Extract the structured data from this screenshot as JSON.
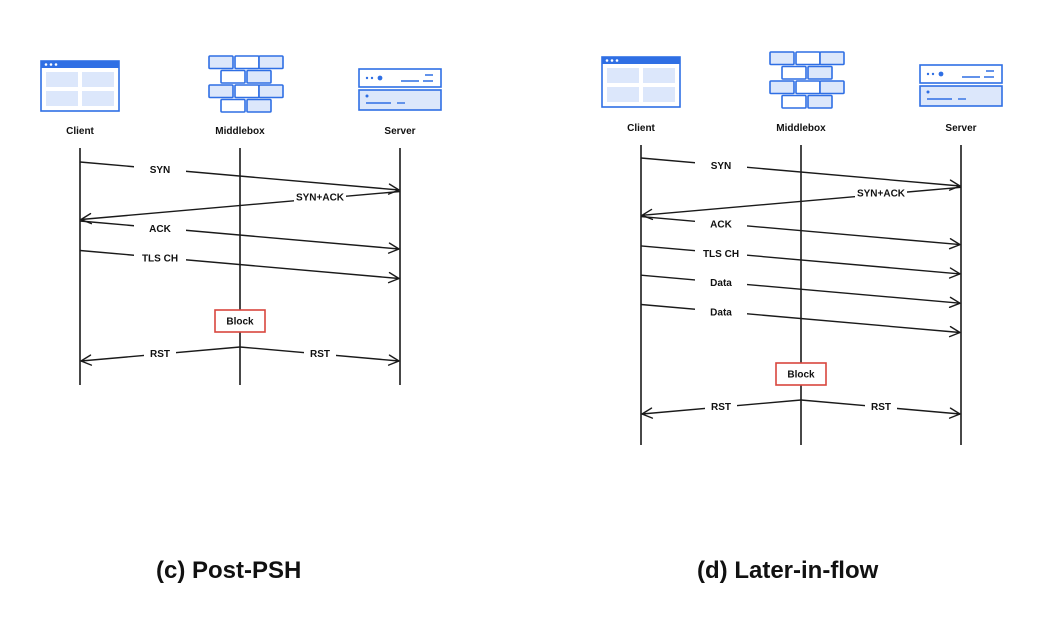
{
  "colors": {
    "line": "#1a1a1a",
    "icon_stroke": "#2f6fe4",
    "icon_fill": "#dce7fb",
    "block": "#d9463e"
  },
  "diagrams": [
    {
      "caption": "(c) Post-PSH",
      "actors": [
        {
          "label": "Client",
          "icon": "browser-window-icon"
        },
        {
          "label": "Middlebox",
          "icon": "brick-wall-icon"
        },
        {
          "label": "Server",
          "icon": "server-rack-icon"
        }
      ],
      "messages": [
        {
          "label": "SYN",
          "from": "client",
          "to": "server"
        },
        {
          "label": "SYN+ACK",
          "from": "server",
          "to": "client"
        },
        {
          "label": "ACK",
          "from": "client",
          "to": "server"
        },
        {
          "label": "TLS CH",
          "from": "client",
          "to": "server"
        }
      ],
      "block_label": "Block",
      "resets": [
        {
          "label": "RST",
          "to": "client"
        },
        {
          "label": "RST",
          "to": "server"
        }
      ]
    },
    {
      "caption": "(d) Later-in-flow",
      "actors": [
        {
          "label": "Client",
          "icon": "browser-window-icon"
        },
        {
          "label": "Middlebox",
          "icon": "brick-wall-icon"
        },
        {
          "label": "Server",
          "icon": "server-rack-icon"
        }
      ],
      "messages": [
        {
          "label": "SYN",
          "from": "client",
          "to": "server"
        },
        {
          "label": "SYN+ACK",
          "from": "server",
          "to": "client"
        },
        {
          "label": "ACK",
          "from": "client",
          "to": "server"
        },
        {
          "label": "TLS CH",
          "from": "client",
          "to": "server"
        },
        {
          "label": "Data",
          "from": "client",
          "to": "server"
        },
        {
          "label": "Data",
          "from": "client",
          "to": "server"
        }
      ],
      "block_label": "Block",
      "resets": [
        {
          "label": "RST",
          "to": "client"
        },
        {
          "label": "RST",
          "to": "server"
        }
      ]
    }
  ]
}
